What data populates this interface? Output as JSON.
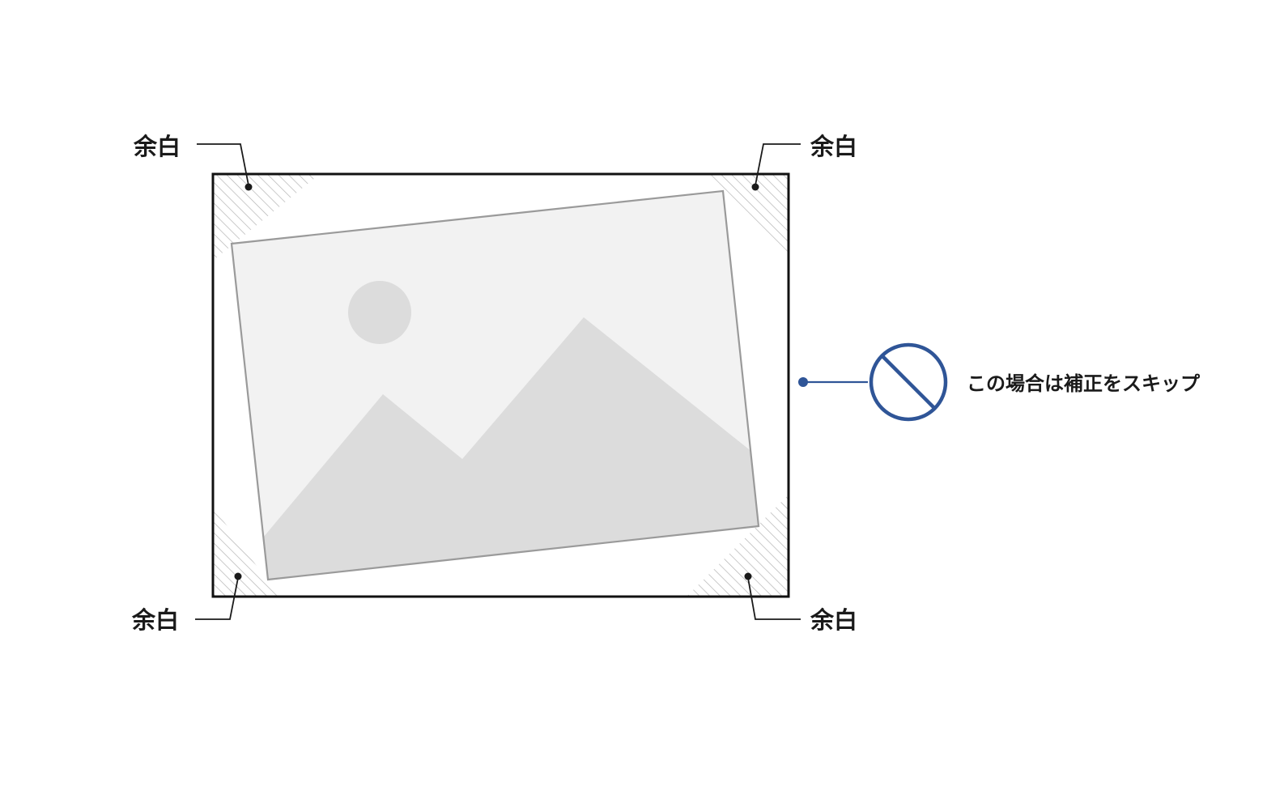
{
  "labels": {
    "top_left": "余白",
    "top_right": "余白",
    "bottom_left": "余白",
    "bottom_right": "余白"
  },
  "note": {
    "text": "この場合は補正をスキップ",
    "icon": "prohibited-icon"
  },
  "colors": {
    "frame": "#111111",
    "hatch": "#b4b4b4",
    "photo_fill": "#f2f2f2",
    "photo_border": "#9a9a9a",
    "mountain": "#dcdcdc",
    "sun": "#dcdcdc",
    "leader": "#1a1a1a",
    "accent": "#2f5597"
  }
}
